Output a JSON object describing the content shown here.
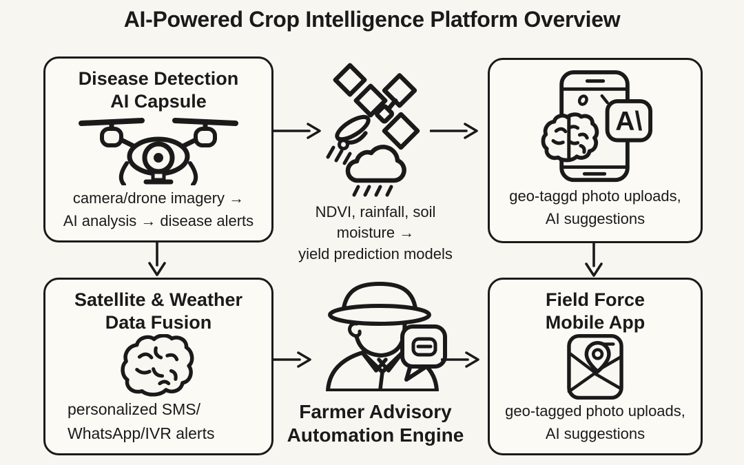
{
  "title": "AI-Powered Crop Intelligence Platform Overview",
  "colors": {
    "background": "#f8f6f0",
    "ink": "#1a1a1a",
    "box_background": "#fbfaf5"
  },
  "diagram": {
    "disease_box": {
      "title1": "Disease Detection",
      "title2": "AI Capsule",
      "icon": "drone-icon",
      "body1": "camera/drone imagery →",
      "body2": "AI analysis → disease alerts"
    },
    "satellite_node": {
      "icon": "satellite-rain-cloud-icon",
      "line1": "NDVI, rainfall, soil",
      "line2": "moisture →",
      "line3": "yield prediction models"
    },
    "uploads_box": {
      "icon": "phone-brain-icon",
      "badge": "A\\",
      "body1": "geo-taggd photo uploads,",
      "body2": "AI suggestions"
    },
    "fusion_box": {
      "title1": "Satellite & Weather",
      "title2": "Data Fusion",
      "icon": "brain-icon",
      "body1": "personalized SMS/",
      "body2": "WhatsApp/IVR alerts"
    },
    "farmer_node": {
      "icon": "farmer-speech-bubble-icon",
      "line1": "Farmer Advisory",
      "line2": "Automation Engine"
    },
    "field_box": {
      "title1": "Field Force",
      "title2": "Mobile App",
      "icon": "map-location-pin-icon",
      "body1": "geo-tagged photo uploads,",
      "body2": "AI suggestions"
    }
  }
}
